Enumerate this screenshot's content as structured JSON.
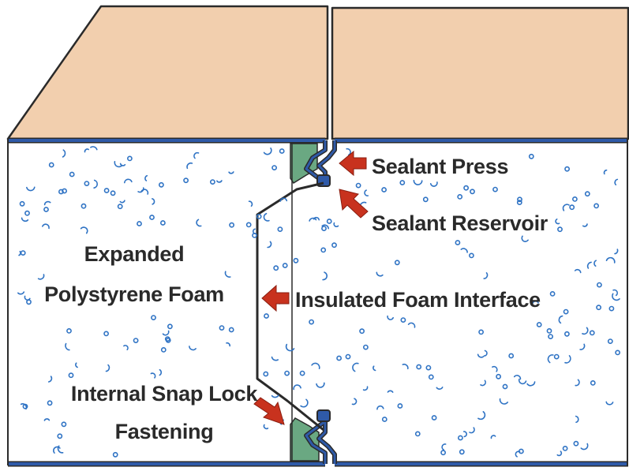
{
  "labels": {
    "sealant_press": "Sealant Press",
    "sealant_reservoir": "Sealant Reservoir",
    "insulated_foam_interface": "Insulated Foam Interface",
    "expanded_foam_line1": "Expanded",
    "expanded_foam_line2": "Polystyrene Foam",
    "snap_lock_line1": "Internal Snap Lock",
    "snap_lock_line2": "Fastening"
  },
  "colors": {
    "roof_surface": "#f2cfae",
    "foam": "#ffffff",
    "skin_blue": "#2f5aa8",
    "outline": "#2a2a2a",
    "sealant_green": "#6aa882",
    "arrow_red": "#c8321e",
    "bead_blue": "#2f73c4"
  }
}
